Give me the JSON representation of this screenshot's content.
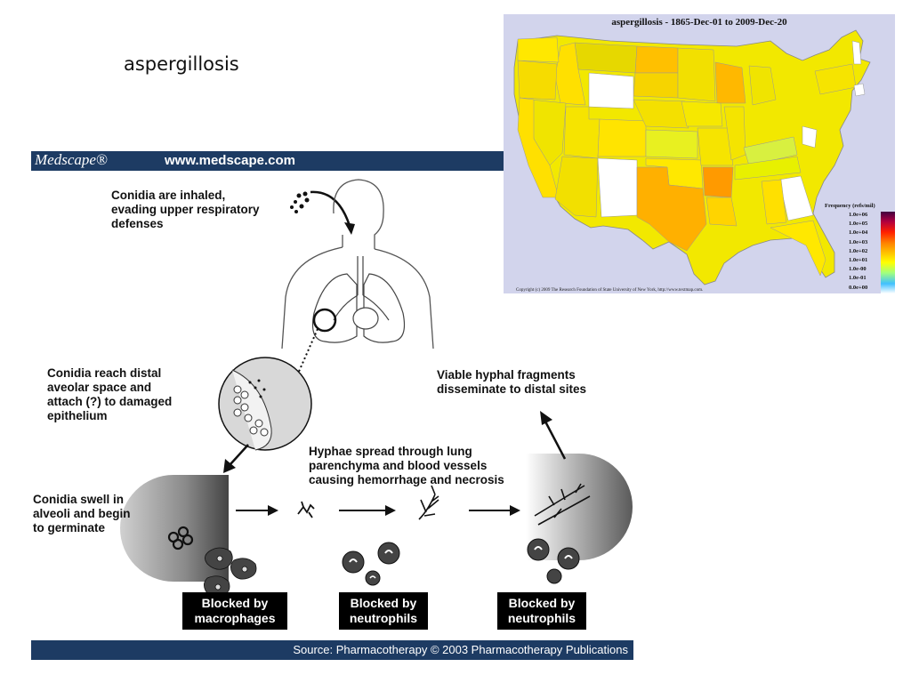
{
  "slide_title": "aspergillosis",
  "figure": {
    "logo": "Medscape®",
    "url": "www.medscape.com",
    "source": "Source: Pharmacotherapy © 2003 Pharmacotherapy Publications",
    "label_inhaled": "Conidia are inhaled,\nevading upper respiratory\ndefenses",
    "label_reach": "Conidia reach distal\naveolar space and\nattach (?) to damaged\nepithelium",
    "label_swell": "Conidia swell in\nalveoli and begin\nto germinate",
    "label_hyphae": "Hyphae spread through lung\nparenchyma and blood vessels\ncausing hemorrhage and necrosis",
    "label_viable": "Viable hyphal fragments\ndisseminate to distal sites",
    "blocked_1": "Blocked by\nmacrophages",
    "blocked_2": "Blocked by\nneutrophils",
    "blocked_3": "Blocked by\nneutrophils"
  },
  "map": {
    "title": "aspergillosis - 1865-Dec-01 to 2009-Dec-20",
    "copyright": "Copyright (c) 2009 The Research Foundation of State University of New York, http://www.textmap.com.",
    "legend_title": "Frequency (refs/mil)",
    "legend_labels": [
      "1.0e+06",
      "1.0e+05",
      "1.0e+04",
      "1.0e+03",
      "1.0e+02",
      "1.0e+01",
      "1.0e-00",
      "1.0e-01",
      "0.0e+00"
    ],
    "legend_colors": [
      "#400040",
      "#b00040",
      "#ff2000",
      "#ff8000",
      "#ffc000",
      "#ffff00",
      "#a0ff80",
      "#40c0ff",
      "#ffffff"
    ]
  }
}
